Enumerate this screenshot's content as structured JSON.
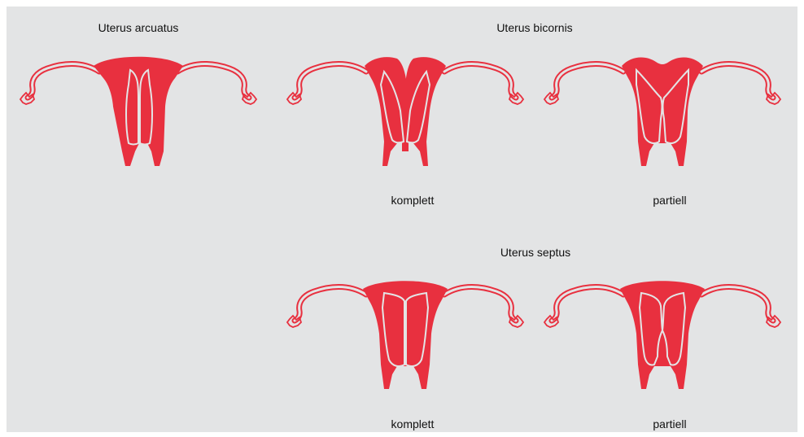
{
  "colors": {
    "background": "#e3e4e5",
    "uterus": "#e8303f",
    "text": "#111111"
  },
  "headings": {
    "arcuatus": "Uterus arcuatus",
    "bicornis": "Uterus bicornis",
    "septus": "Uterus septus"
  },
  "captions": {
    "bicornis_komplett": "komplett",
    "bicornis_partiell": "partiell",
    "septus_komplett": "komplett",
    "septus_partiell": "partiell"
  }
}
